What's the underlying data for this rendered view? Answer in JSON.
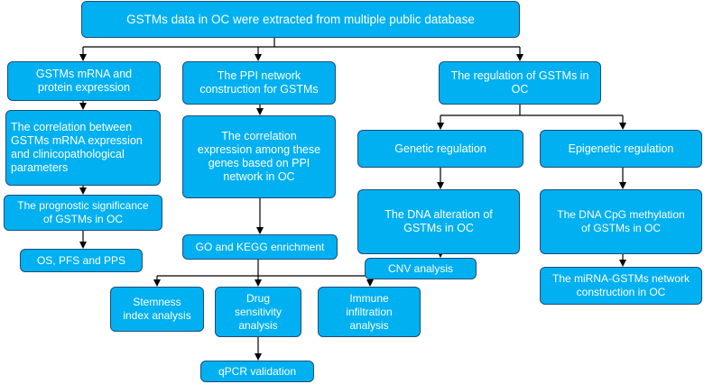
{
  "flowchart": {
    "title": "GSTMs data in OC were extracted from multiple public database",
    "branch_left": {
      "header": "GSTMs mRNA and\nprotein expression",
      "step1": "The correlation between\nGSTMs mRNA expression\nand clinicopathological\nparameters",
      "step2": "The prognostic significance\nof GSTMs in OC",
      "step3": "OS, PFS and PPS"
    },
    "branch_middle": {
      "header": "The PPI network\nconstruction for GSTMs",
      "step1": "The correlation\nexpression among these\ngenes based on PPI\nnetwork in OC",
      "step2": "GO and KEGG enrichment",
      "sub1": "Stemness\nindex analysis",
      "sub2": "Drug\nsensitivity\nanalysis",
      "sub3": "Immune\ninfiltration\nanalysis",
      "final": "qPCR validation"
    },
    "branch_right": {
      "header": "The regulation of GSTMs in\nOC",
      "genetic": {
        "header": "Genetic regulation",
        "step1": "The DNA alteration of\nGSTMs in OC",
        "step2": "CNV analysis"
      },
      "epigenetic": {
        "header": "Epigenetic regulation",
        "step1": "The DNA CpG methylation\nof GSTMs in OC",
        "step2": "The miRNA-GSTMs network\nconstruction in OC"
      }
    }
  },
  "colors": {
    "box_fill": "#00b0f0",
    "box_border": "#1f4e79",
    "box_text": "#ffffff",
    "connector": "#000000"
  }
}
